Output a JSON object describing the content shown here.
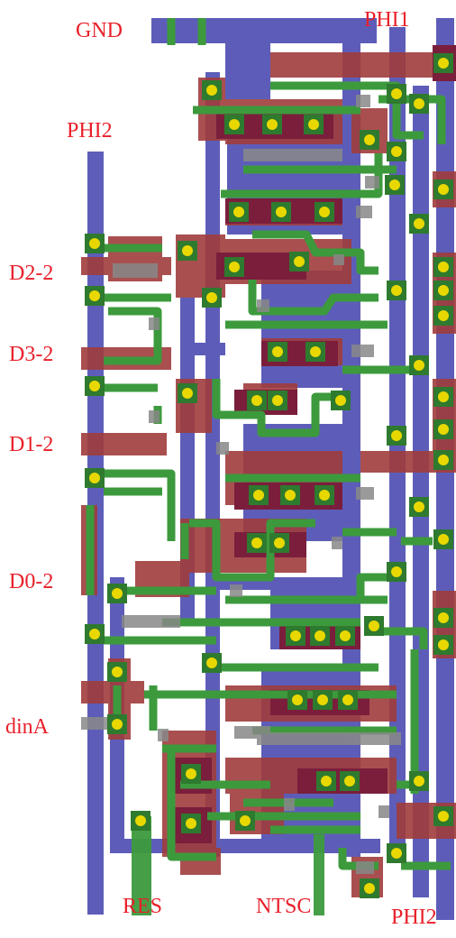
{
  "labels": {
    "gnd": "GND",
    "phi1": "PHI1",
    "phi2_top": "PHI2",
    "d2": "D2-2",
    "d3": "D3-2",
    "d1": "D1-2",
    "d0": "D0-2",
    "dina": "dinA",
    "res": "RES",
    "ntsc": "NTSC",
    "phi2_bottom": "PHI2"
  },
  "colors": {
    "background": "#ffffff",
    "label": "#e8202a",
    "metal": "#5050b4",
    "diffusion": "#a03c3c",
    "poly": "#3c9a3c",
    "buried": "#b4b47a",
    "overlap": "#7a1e3c",
    "contact": "#e8d800",
    "via": "#888888"
  }
}
